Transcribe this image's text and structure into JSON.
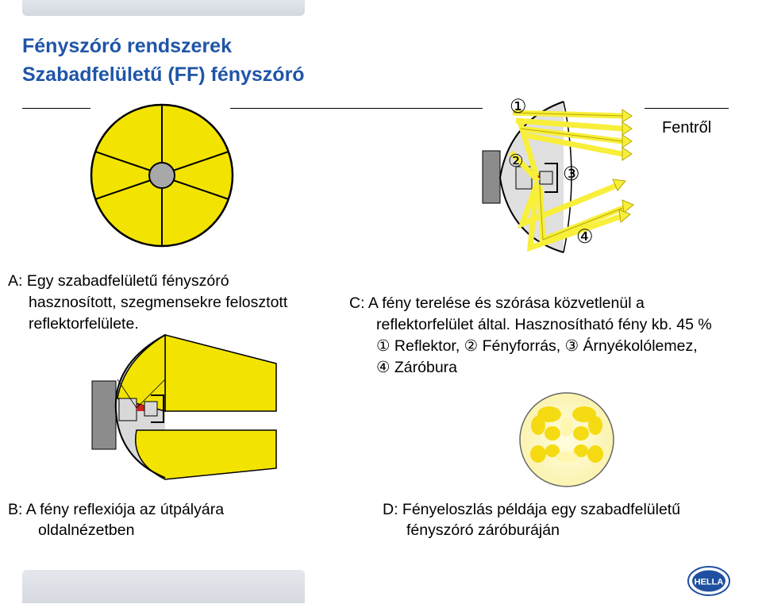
{
  "header": {
    "title": "Fényszóró rendszerek",
    "subtitle": "Szabadfelületű (FF) fényszóró"
  },
  "diagram_top_right": {
    "direction_label": "Fentről",
    "markers": [
      "①",
      "②",
      "③",
      "④"
    ]
  },
  "caption_a": {
    "line1": "A:  Egy szabadfelületű fényszóró",
    "line2": "hasznosított, szegmensekre felosztott",
    "line3": "reflektorfelülete."
  },
  "caption_c": {
    "line1": "C:  A fény terelése és szórása közvetlenül a",
    "line2": "reflektorfelület által. Hasznosítható fény kb. 45 %",
    "line3": "① Reflektor, ② Fényforrás, ③ Árnyékolólemez,",
    "line4": "④ Záróbura"
  },
  "caption_b": {
    "line1": "B:  A fény reflexiója az útpályára",
    "line2": "oldalnézetben"
  },
  "caption_d": {
    "line1": "D:  Fényeloszlás példája egy szabadfelületű",
    "line2": "fényszóró záróburáján"
  },
  "logo": {
    "text": "HELLA"
  },
  "colors": {
    "title": "#1f55a8",
    "reflector_yellow": "#f2e400",
    "arrow_yellow": "#f7ef3a"
  }
}
